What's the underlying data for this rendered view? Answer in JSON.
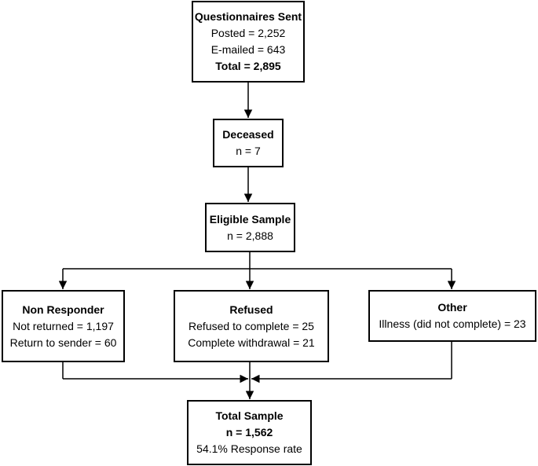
{
  "boxes": {
    "sent": {
      "title": "Questionnaires Sent",
      "lines": [
        "Posted = 2,252",
        "E-mailed = 643"
      ],
      "total": "Total = 2,895"
    },
    "deceased": {
      "title": "Deceased",
      "lines": [
        "n = 7"
      ]
    },
    "eligible": {
      "title": "Eligible Sample",
      "lines": [
        "n = 2,888"
      ]
    },
    "non_responder": {
      "title": "Non Responder",
      "lines": [
        "Not returned = 1,197",
        "Return to sender = 60"
      ]
    },
    "refused": {
      "title": "Refused",
      "lines": [
        "Refused to complete = 25",
        "Complete withdrawal = 21"
      ]
    },
    "other": {
      "title": "Other",
      "lines": [
        "Illness (did not complete) = 23"
      ]
    },
    "total_sample": {
      "title": "Total Sample",
      "n": "n = 1,562",
      "lines": [
        "54.1% Response rate"
      ]
    }
  },
  "colors": {
    "line": "#000000",
    "box_border": "#000000",
    "background": "#ffffff"
  }
}
